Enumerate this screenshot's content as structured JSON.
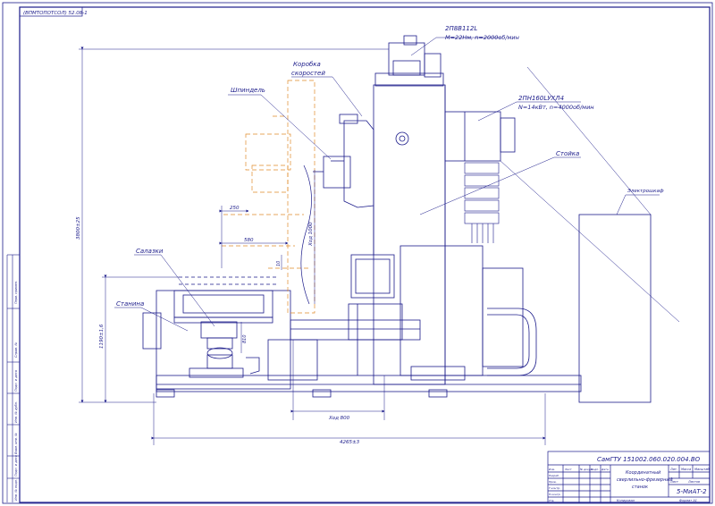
{
  "drawing": {
    "top_stamp": "(ВПМТОПОТСОЛ) 52.08-1",
    "callouts": {
      "motor_top": "2П8В112L",
      "motor_top_spec": "М=22Нм, n=2000об/мин",
      "gearbox_line1": "Коробка",
      "gearbox_line2": "скоростей",
      "spindle": "Шпиндель",
      "motor_side": "2ПН160LУХЛ4",
      "motor_side_spec": "N=14кВт, n=4000об/мин",
      "column": "Стойка",
      "cabinet": "Электрошкаф",
      "slides": "Салазки",
      "bed": "Станина"
    },
    "dimensions": {
      "total_height": "3800±25",
      "spindle_height": "1190±1,6",
      "d250": "250",
      "d580": "580",
      "d10": "10",
      "stroke_1000": "Ход 1000",
      "d810": "810",
      "stroke_800": "Ход 800",
      "total_length": "4265±3"
    }
  },
  "title_block": {
    "doc_code": "СамГТУ 151002.060.020.004.ВО",
    "name_line1": "Координатный",
    "name_line2": "сверлильно-фрезерный",
    "name_line3": "станок",
    "group": "5-МиАТ-2",
    "col_lit": "Лит.",
    "col_mass": "Масса",
    "col_scale": "Масштаб",
    "sheet": "Лист",
    "sheets": "Листов",
    "rows": [
      "Изм.",
      "Лист",
      "№ докум.",
      "Подп.",
      "Дата"
    ],
    "roles": [
      "Разраб.",
      "Пров.",
      "Т.контр.",
      "Н.контр.",
      "Утв."
    ],
    "copied": "Копировал",
    "format": "Формат   А1"
  },
  "left_strip": {
    "labels": [
      "Перв. примен.",
      "Справ. №",
      "Подп. и дата",
      "Инв. № дубл.",
      "Взам. инв. №",
      "Подп. и дата",
      "Инв. № подл."
    ]
  }
}
